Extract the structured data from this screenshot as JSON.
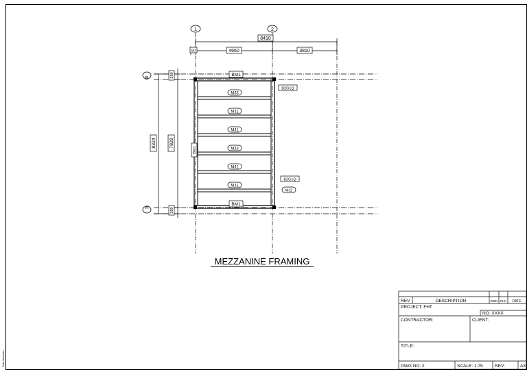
{
  "drawing": {
    "title": "MEZZANINE FRAMING",
    "gridlines": {
      "vertical": [
        "1",
        "2"
      ],
      "horizontal": [
        "B",
        "A"
      ]
    },
    "dimensions": {
      "top_overall": "8410",
      "top_left_small": "60",
      "top_bay_1": "4660",
      "top_bay_2": "3810",
      "left_overall": "8324",
      "left_inner": "7828",
      "left_top_small": "250",
      "left_bottom_small": "250"
    },
    "members": {
      "top_beam": "BM1",
      "bottom_beam": "BM1",
      "left_beam": "BM1",
      "joists": [
        "MJ3",
        "MJ1",
        "MJ1",
        "MJ3",
        "MJ1",
        "MJ1"
      ],
      "right_tag_top": "B2G1Q",
      "right_tag_mid": "B2G1Q",
      "right_tag_small": "MJ2"
    },
    "side_note": "Tekla structures"
  },
  "title_block": {
    "rev_header": "REV",
    "description_header": "DESCRIPTION",
    "dwn_header": "DWN",
    "chk_header": "CHK",
    "date_header": "DATE",
    "project": "PROJECT: FHT",
    "no": "NO: XXXX",
    "contractor": "CONTRACTOR:",
    "client": "CLIENT:",
    "title": "TITLE:",
    "dwg_no": "DWG NO:  2",
    "scale": "SCALE: 1:75",
    "rev": "REV:",
    "size": "A3"
  }
}
